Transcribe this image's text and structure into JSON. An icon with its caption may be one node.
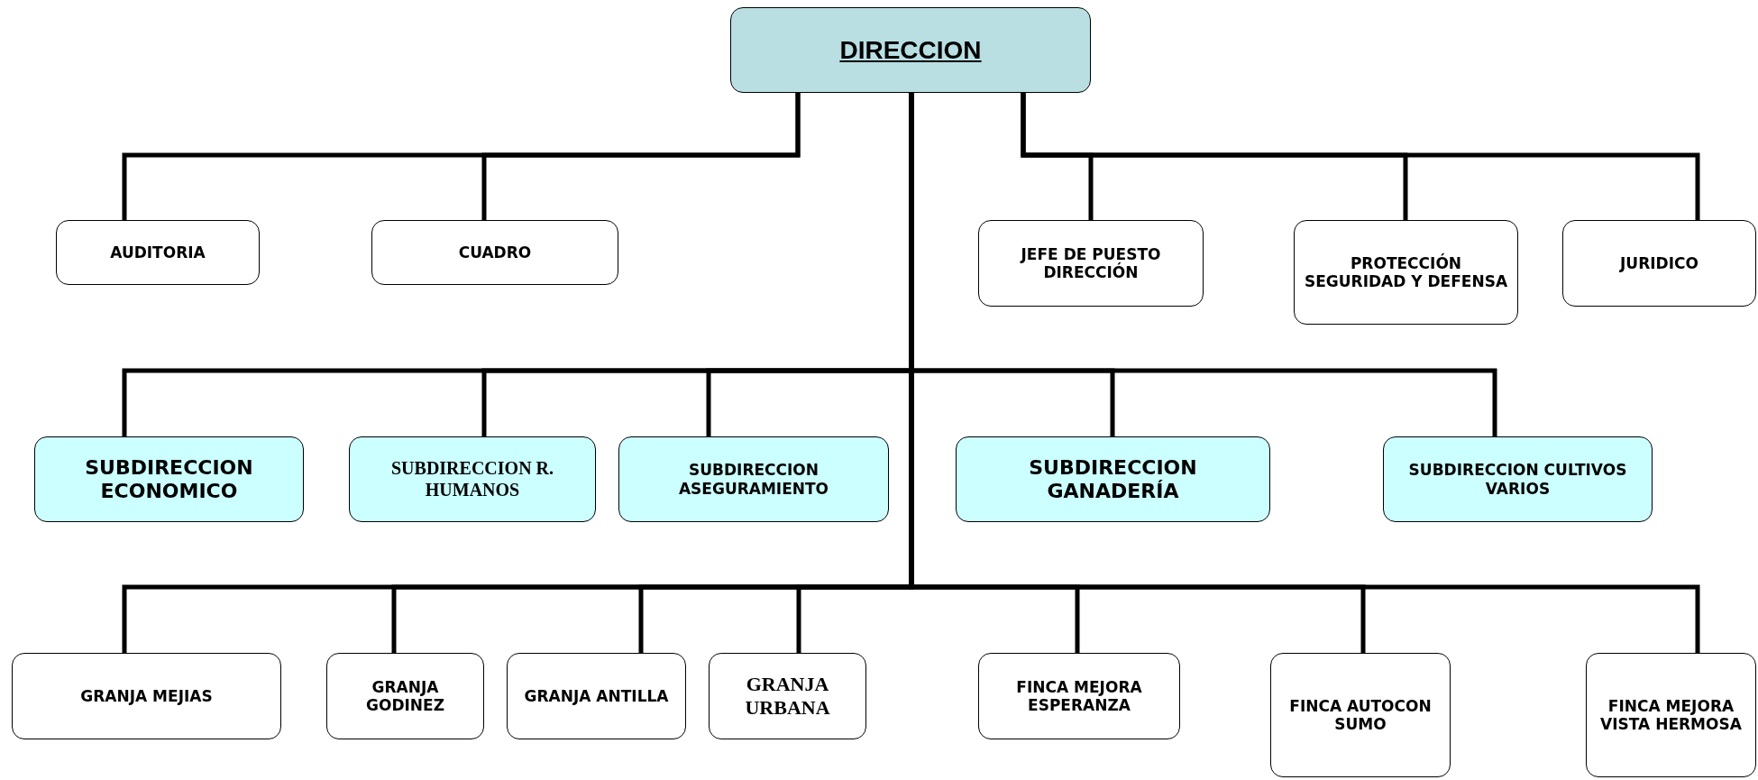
{
  "diagram": {
    "nodes": [
      {
        "text": [
          "DIRECCION"
        ]
      },
      {
        "text": [
          "AUDITORIA"
        ]
      },
      {
        "text": [
          "CUADRO"
        ]
      },
      {
        "text": [
          "JEFE DE PUESTO DIRECCIÓN"
        ]
      },
      {
        "text": [
          "PROTECCIÓN SEGURIDAD Y DEFENSA"
        ]
      },
      {
        "text": [
          "JURIDICO"
        ]
      },
      {
        "text": [
          "SUBDIRECCION ECONOMICO"
        ]
      },
      {
        "text": [
          "SUBDIRECCION R. HUMANOS"
        ]
      },
      {
        "text": [
          "SUBDIRECCION ASEGURAMIENTO"
        ]
      },
      {
        "text": [
          "SUBDIRECCION GANADERÍA"
        ]
      },
      {
        "text": [
          "SUBDIRECCION CULTIVOS VARIOS"
        ]
      },
      {
        "text": [
          "GRANJA MEJIAS"
        ]
      },
      {
        "text": [
          "GRANJA GODINEZ"
        ]
      },
      {
        "text": [
          "GRANJA ANTILLA"
        ]
      },
      {
        "text": [
          "GRANJA URBANA"
        ]
      },
      {
        "text": [
          "FINCA MEJORA ESPERANZA"
        ]
      },
      {
        "text": [
          "FINCA AUTOCON SUMO"
        ]
      },
      {
        "text": [
          "FINCA MEJORA VISTA HERMOSA"
        ]
      }
    ],
    "edges": [
      {
        "from": 0,
        "to": 1,
        "arrow": "none"
      },
      {
        "from": 0,
        "to": 2,
        "arrow": "none"
      },
      {
        "from": 0,
        "to": 3,
        "arrow": "none"
      },
      {
        "from": 0,
        "to": 4,
        "arrow": "none"
      },
      {
        "from": 0,
        "to": 5,
        "arrow": "none"
      },
      {
        "from": 0,
        "to": 6,
        "arrow": "none"
      },
      {
        "from": 0,
        "to": 7,
        "arrow": "none"
      },
      {
        "from": 0,
        "to": 8,
        "arrow": "none"
      },
      {
        "from": 0,
        "to": 9,
        "arrow": "none"
      },
      {
        "from": 0,
        "to": 10,
        "arrow": "none"
      },
      {
        "from": 0,
        "to": 11,
        "arrow": "none"
      },
      {
        "from": 0,
        "to": 12,
        "arrow": "none"
      },
      {
        "from": 0,
        "to": 13,
        "arrow": "none"
      },
      {
        "from": 0,
        "to": 14,
        "arrow": "none"
      },
      {
        "from": 0,
        "to": 15,
        "arrow": "none"
      },
      {
        "from": 0,
        "to": 16,
        "arrow": "none"
      },
      {
        "from": 0,
        "to": 17,
        "arrow": "none"
      }
    ]
  }
}
